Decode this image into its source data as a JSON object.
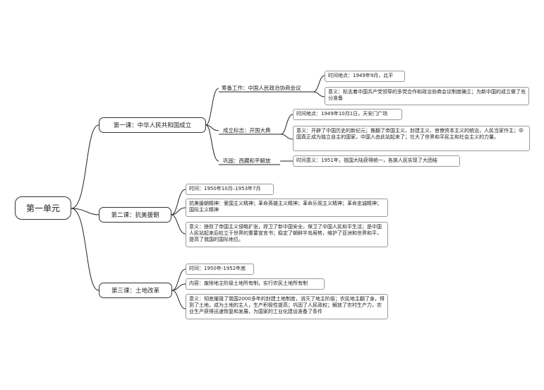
{
  "root": "第一单元",
  "lessons": [
    {
      "title": "第一课：中华人民共和国成立",
      "topics": [
        {
          "label": "筹备工作：中国人民政治协商会议",
          "details": [
            "时间地点：1949年9月，北平",
            "意义：标志着中国共产党领导的多党合作和政治协商会议制度确立；为新中国的成立做了充分准备"
          ]
        },
        {
          "label": "成立标志：开国大典",
          "details": [
            "时间地点：1949年10月1日，天安门广场",
            "意义：开辟了中国历史的新纪元；推翻了帝国主义、封建主义、官僚资本主义的统治，人民当家作主；中国真正成为独立自主的国家，中国人由此站起来了；壮大了世界和平民主和社会主义的力量。"
          ]
        },
        {
          "label": "巩固：西藏和平解放",
          "details": [
            "时间意义：1951年，祖国大陆获得统一，各族人民实现了大团结"
          ]
        }
      ]
    },
    {
      "title": "第二课：抗美援朝",
      "details": [
        "时间：1950年10月–1953年7月",
        "抗美援朝精神：爱国主义精神；革命英雄主义精神；革命乐观主义精神；革命忠诚精神；国际主义精神",
        "意义：挫败了帝国主义侵略扩张，捍卫了新中国安全，保卫了中国人民和平生活；是中国人民站起来后屹立于世界的重要宣言书；稳定了朝鲜半岛局势，维护了亚洲和世界和平，提高了我国的国际地位。"
      ]
    },
    {
      "title": "第三课：土地改革",
      "details": [
        "时间：1950年-1952年底",
        "内容：废除地主阶级土地所有制，实行农民土地所有制",
        "意义：彻底摧毁了我国2000多年的封建土地制度，消灭了地主阶级；农民地主翻了身，得到了土地，成为土地的主人，生产积极性提高；巩固了人民政权；解放了农村生产力，农业生产获得迅速恢复和发展，为国家的工业化建设准备了条件"
      ]
    }
  ]
}
